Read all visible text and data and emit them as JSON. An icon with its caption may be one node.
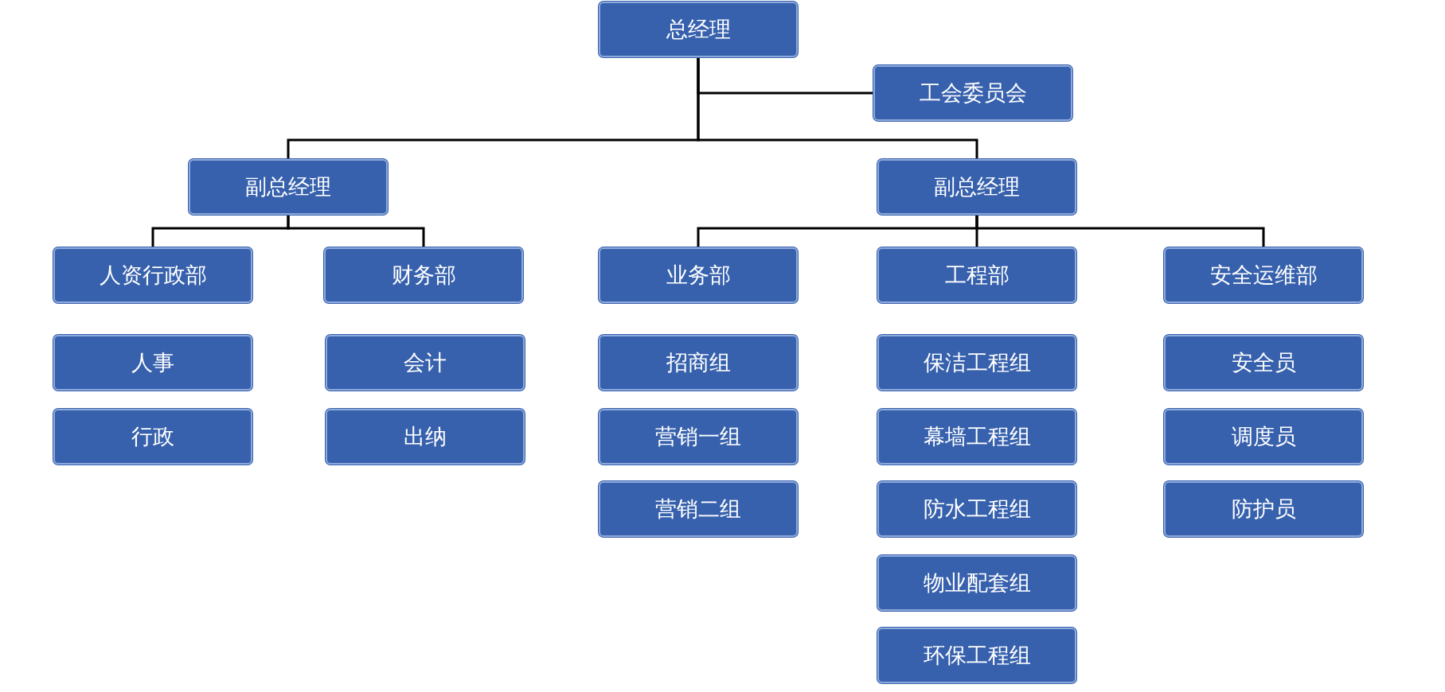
{
  "diagram": {
    "nodes": [
      {
        "text": [
          "总经理"
        ]
      },
      {
        "text": [
          "工会委员会"
        ]
      },
      {
        "text": [
          "副总经理"
        ]
      },
      {
        "text": [
          "副总经理"
        ]
      },
      {
        "text": [
          "人资行政部"
        ]
      },
      {
        "text": [
          "财务部"
        ]
      },
      {
        "text": [
          "业务部"
        ]
      },
      {
        "text": [
          "工程部"
        ]
      },
      {
        "text": [
          "安全运维部"
        ]
      },
      {
        "text": [
          "人事"
        ]
      },
      {
        "text": [
          "行政"
        ]
      },
      {
        "text": [
          "会计"
        ]
      },
      {
        "text": [
          "出纳"
        ]
      },
      {
        "text": [
          "招商组"
        ]
      },
      {
        "text": [
          "营销一组"
        ]
      },
      {
        "text": [
          "营销二组"
        ]
      },
      {
        "text": [
          "保洁工程组"
        ]
      },
      {
        "text": [
          "幕墙工程组"
        ]
      },
      {
        "text": [
          "防水工程组"
        ]
      },
      {
        "text": [
          "物业配套组"
        ]
      },
      {
        "text": [
          "环保工程组"
        ]
      },
      {
        "text": [
          "安全员"
        ]
      },
      {
        "text": [
          "调度员"
        ]
      },
      {
        "text": [
          "防护员"
        ]
      }
    ],
    "edges": [
      {
        "from": 0,
        "to": 1,
        "arrow": "none"
      },
      {
        "from": 0,
        "to": 2,
        "arrow": "none"
      },
      {
        "from": 0,
        "to": 3,
        "arrow": "none"
      },
      {
        "from": 2,
        "to": 4,
        "arrow": "none"
      },
      {
        "from": 2,
        "to": 5,
        "arrow": "none"
      },
      {
        "from": 3,
        "to": 6,
        "arrow": "none"
      },
      {
        "from": 3,
        "to": 7,
        "arrow": "none"
      },
      {
        "from": 3,
        "to": 8,
        "arrow": "none"
      }
    ]
  }
}
